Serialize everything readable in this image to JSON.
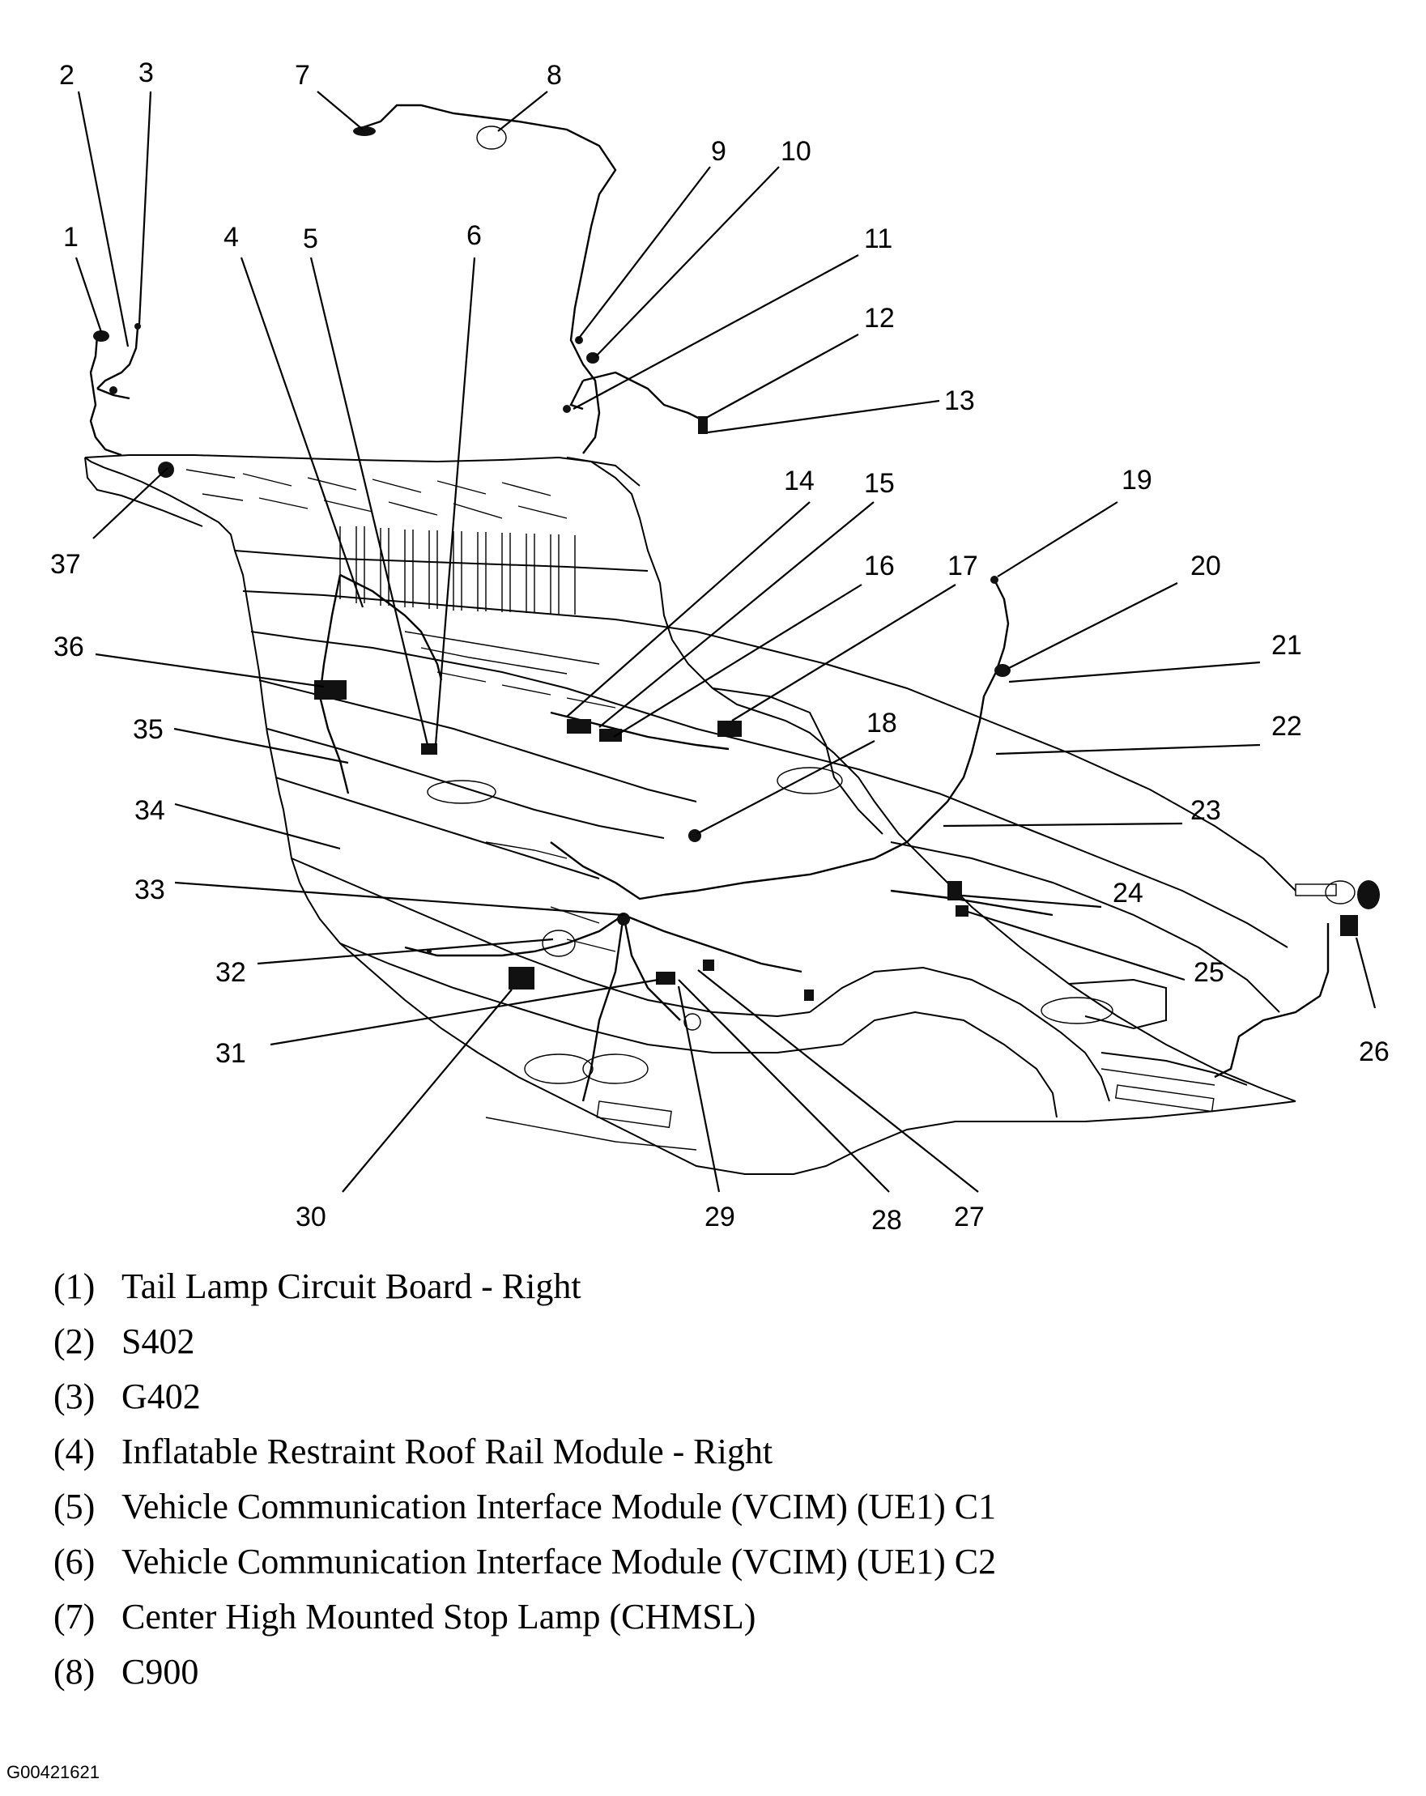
{
  "callouts": [
    "1",
    "2",
    "3",
    "4",
    "5",
    "6",
    "7",
    "8",
    "9",
    "10",
    "11",
    "12",
    "13",
    "14",
    "15",
    "16",
    "17",
    "18",
    "19",
    "20",
    "21",
    "22",
    "23",
    "24",
    "25",
    "26",
    "27",
    "28",
    "29",
    "30",
    "31",
    "32",
    "33",
    "34",
    "35",
    "36",
    "37"
  ],
  "legend": [
    {
      "num": "(1)",
      "text": "Tail Lamp Circuit Board - Right"
    },
    {
      "num": "(2)",
      "text": "S402"
    },
    {
      "num": "(3)",
      "text": "G402"
    },
    {
      "num": "(4)",
      "text": "Inflatable Restraint Roof Rail Module - Right"
    },
    {
      "num": "(5)",
      "text": "Vehicle Communication Interface Module (VCIM) (UE1) C1"
    },
    {
      "num": "(6)",
      "text": "Vehicle Communication Interface Module (VCIM) (UE1) C2"
    },
    {
      "num": "(7)",
      "text": "Center High Mounted Stop Lamp (CHMSL)"
    },
    {
      "num": "(8)",
      "text": "C900"
    }
  ],
  "figure_id": "G00421621"
}
